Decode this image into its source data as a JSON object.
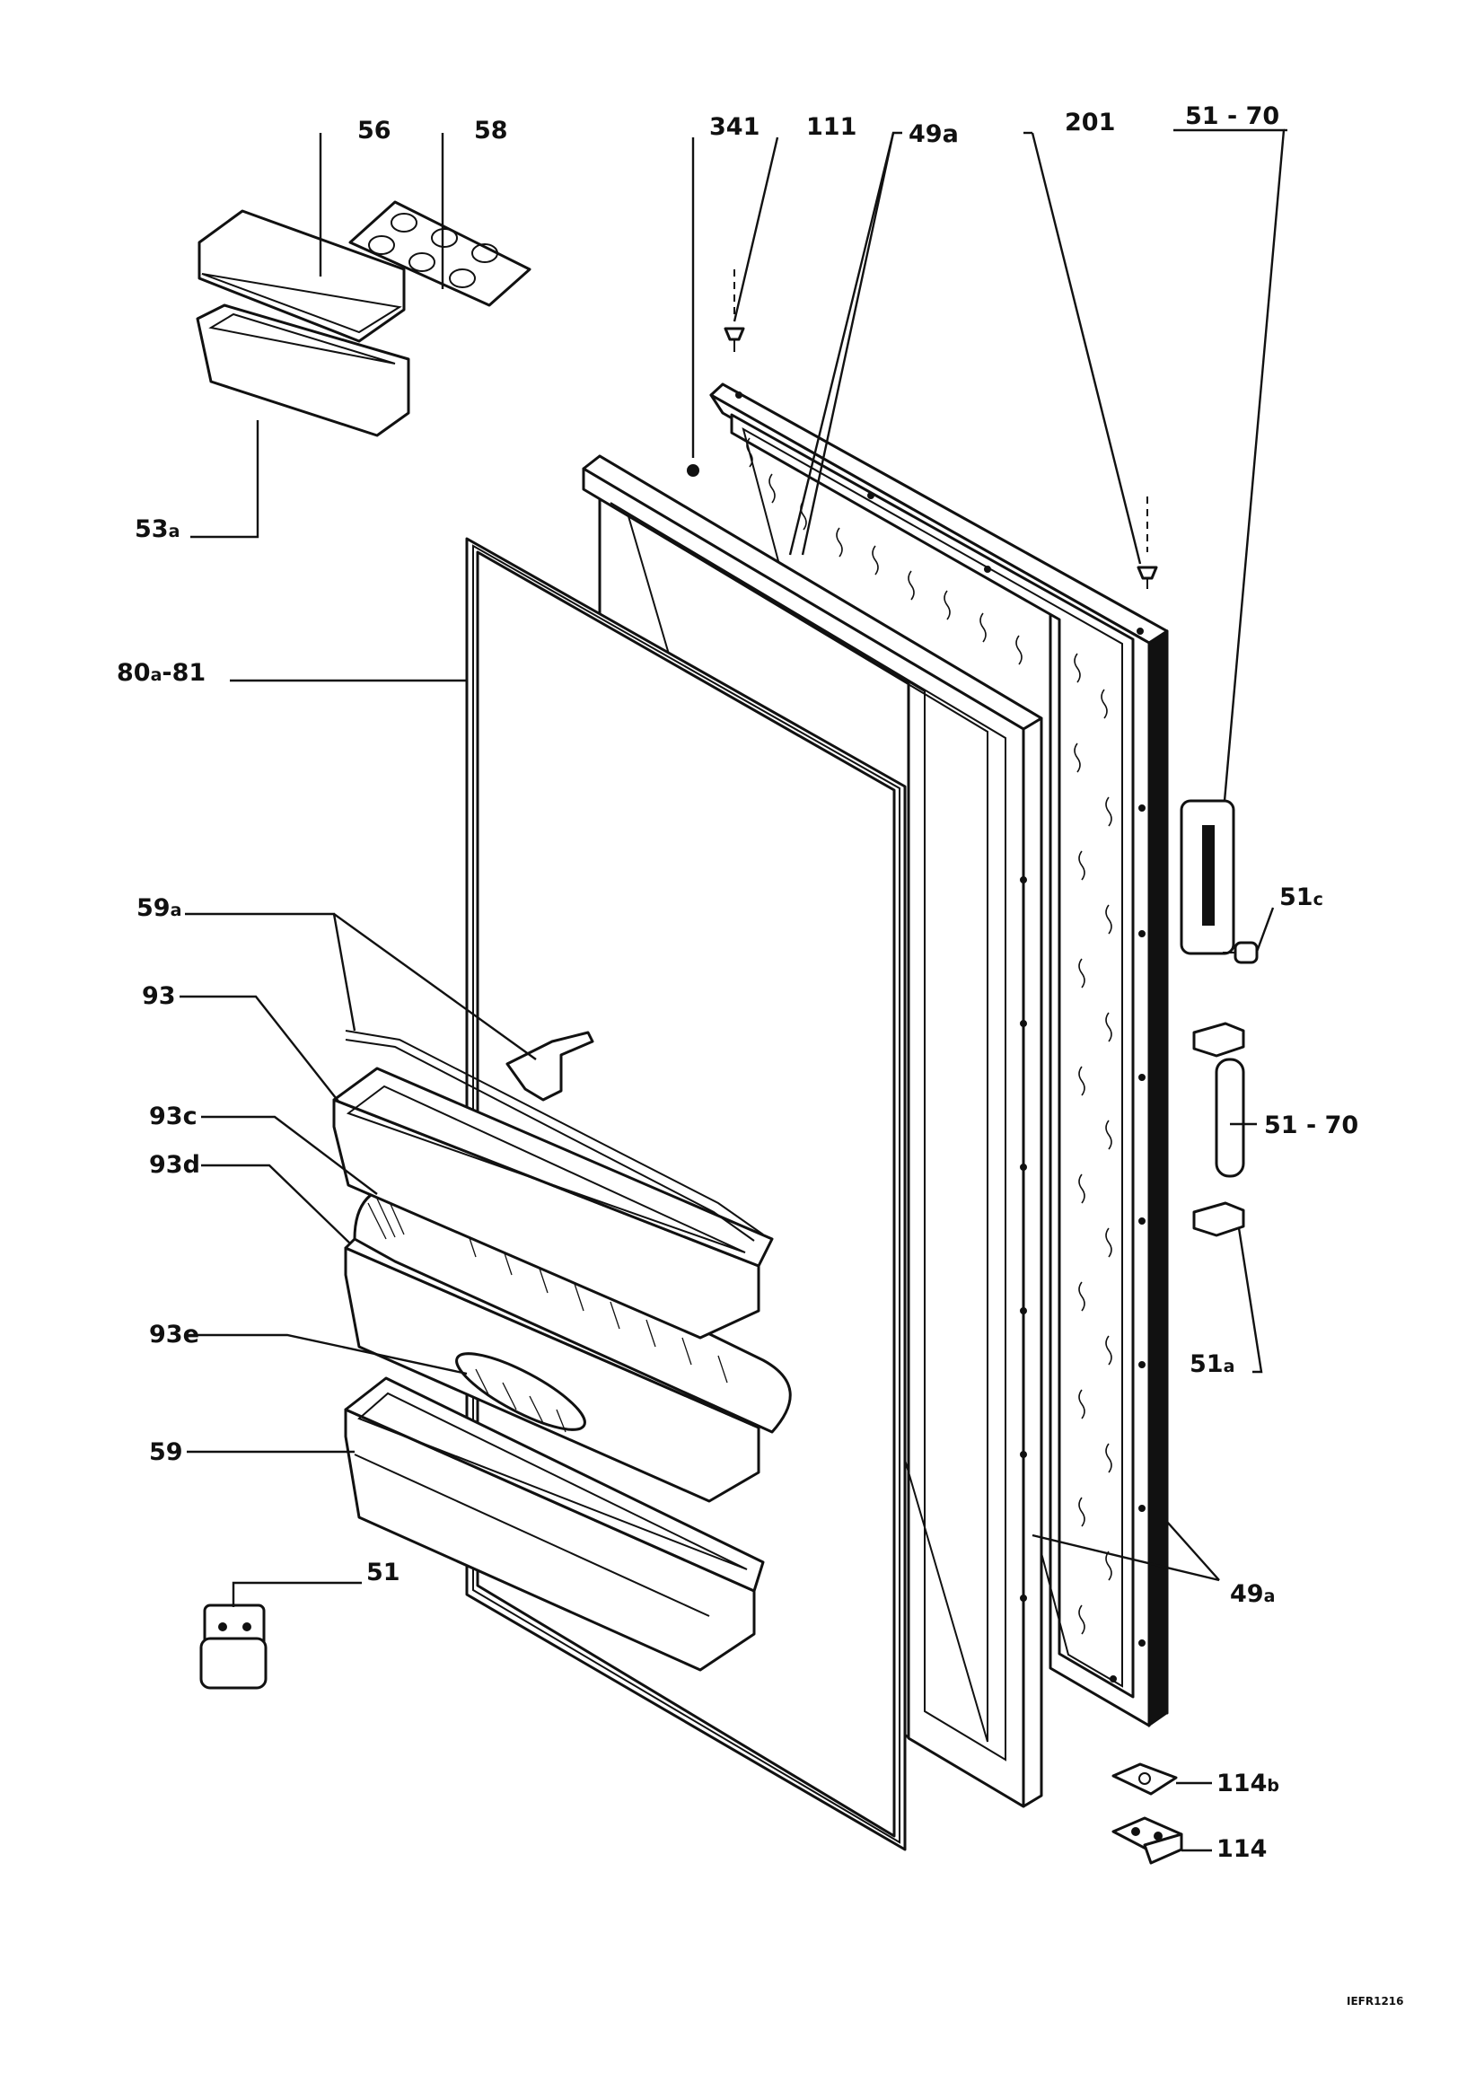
{
  "labels": {
    "l56": "56",
    "l58": "58",
    "l53a_main": "53",
    "l53a_sub": "a",
    "l341": "341",
    "l111": "111",
    "l49a_top": "49a",
    "l201": "201",
    "l51_70_top": "51 - 70",
    "l80a81_a": "80",
    "l80a81_sub": "a",
    "l80a81_b": "-81",
    "l59a_main": "59",
    "l59a_sub": "a",
    "l93": "93",
    "l93c": "93c",
    "l93d": "93d",
    "l93e": "93e",
    "l59": "59",
    "l51": "51",
    "l51c_main": "51",
    "l51c_sub": "c",
    "l51_70_mid": "51 - 70",
    "l51a_main": "51",
    "l51a_sub": "a",
    "l49a_bottom_main": "49",
    "l49a_bottom_sub": "a",
    "l114b_main": "114",
    "l114b_sub": "b",
    "l114": "114"
  },
  "drawing_code": "IEFR1216"
}
